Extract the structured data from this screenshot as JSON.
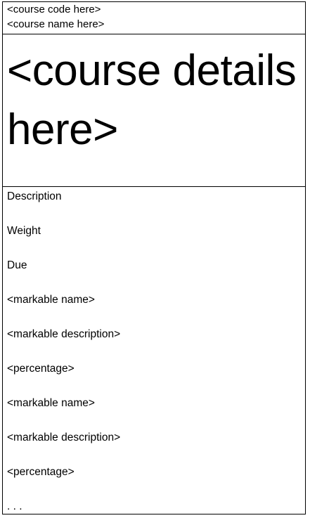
{
  "header": {
    "course_code": "<course code here>",
    "course_name": "<course name here>"
  },
  "details": {
    "text": "<course details here>"
  },
  "list": {
    "items": [
      "Description",
      "Weight",
      "Due",
      "<markable name>",
      "<markable description>",
      "<percentage>",
      "<markable name>",
      "<markable description>",
      "<percentage>",
      ". . ."
    ]
  }
}
